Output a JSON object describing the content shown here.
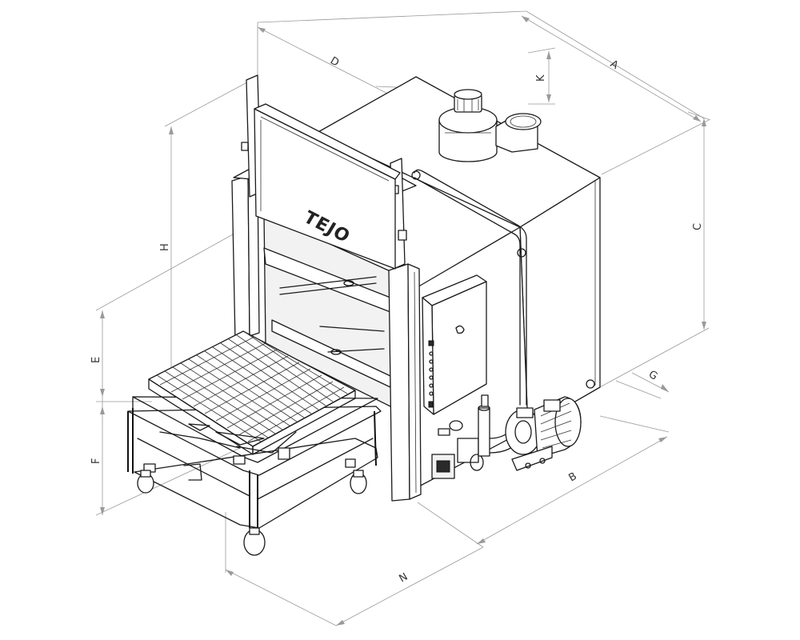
{
  "brand": {
    "logo_text": "TEJO"
  },
  "dimensions": {
    "A": "A",
    "B": "B",
    "C": "C",
    "D": "D",
    "E": "E",
    "F": "F",
    "G": "G",
    "H": "H",
    "K": "K",
    "N": "N"
  },
  "colors": {
    "line": "#1a1a1a",
    "dimension_line": "#9a9a9a",
    "background": "#ffffff"
  }
}
